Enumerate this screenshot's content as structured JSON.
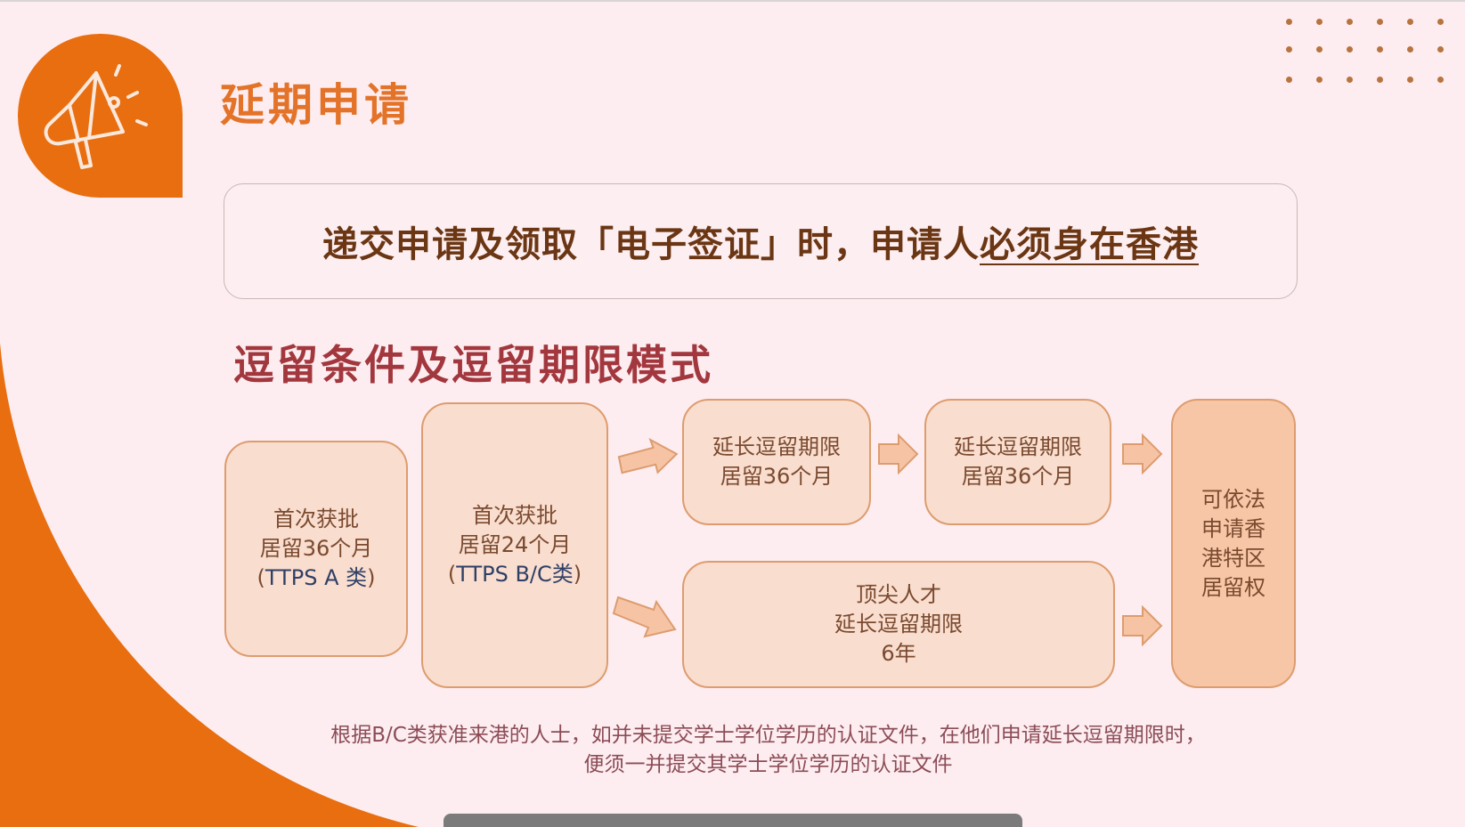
{
  "header": {
    "title": "延期申请",
    "icon": "megaphone-icon"
  },
  "notice": {
    "text_plain": "递交申请及领取「电子签证」时，申请人",
    "text_underlined": "必须身在香港"
  },
  "section": {
    "title": "逗留条件及逗留期限模式"
  },
  "flow": {
    "box_a": {
      "line1": "首次获批",
      "line2": "居留36个月",
      "open": "(",
      "ttps": "TTPS A 类",
      "close": ")"
    },
    "box_b": {
      "line1": "首次获批",
      "line2": "居留24个月",
      "open": "(",
      "ttps": "TTPS B/C类",
      "close": ")"
    },
    "box_c": {
      "line1": "延长逗留期限",
      "line2": "居留36个月"
    },
    "box_d": {
      "line1": "延长逗留期限",
      "line2": "居留36个月"
    },
    "box_e": {
      "line1": "顶尖人才",
      "line2": "延长逗留期限",
      "line3": "6年"
    },
    "box_f": {
      "line1": "可依法",
      "line2": "申请香",
      "line3": "港特区",
      "line4": "居留权"
    }
  },
  "footnote": {
    "line1": "根据B/C类获准来港的人士，如并未提交学士学位学历的认证文件，在他们申请延长逗留期限时，",
    "line2": "便须一并提交其学士学位学历的认证文件"
  },
  "colors": {
    "accent_orange": "#e86e0f",
    "title_orange": "#e4732a",
    "section_red": "#a2383e",
    "notice_brown": "#6b3613",
    "box_fill": "#f9ddce",
    "box_fill_dark": "#f7c6a6",
    "box_border": "#dd9c6e",
    "background": "#fdedf1"
  }
}
